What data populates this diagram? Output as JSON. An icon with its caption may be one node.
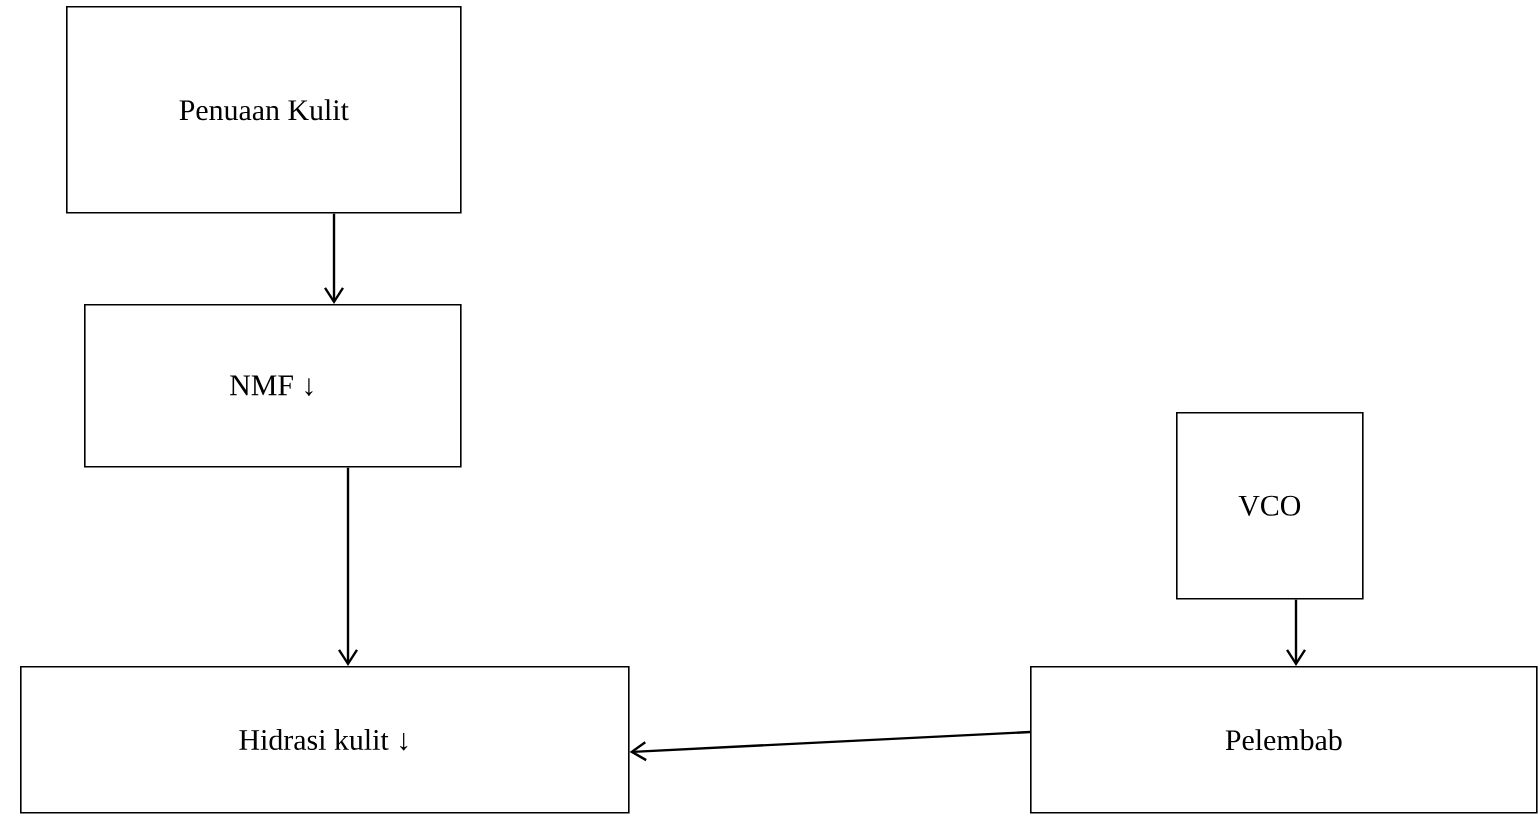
{
  "diagram": {
    "nodes": [
      {
        "text": [
          "Penuaan Kulit"
        ]
      },
      {
        "text": [
          "NMF ↓"
        ]
      },
      {
        "text": [
          "Hidrasi kulit ↓"
        ]
      },
      {
        "text": [
          "VCO"
        ]
      },
      {
        "text": [
          "Pelembab"
        ]
      }
    ],
    "edges": [
      {
        "from": 0,
        "to": 1,
        "arrow": "to"
      },
      {
        "from": 1,
        "to": 2,
        "arrow": "to"
      },
      {
        "from": 3,
        "to": 4,
        "arrow": "to"
      },
      {
        "from": 4,
        "to": 2,
        "arrow": "to"
      }
    ]
  }
}
